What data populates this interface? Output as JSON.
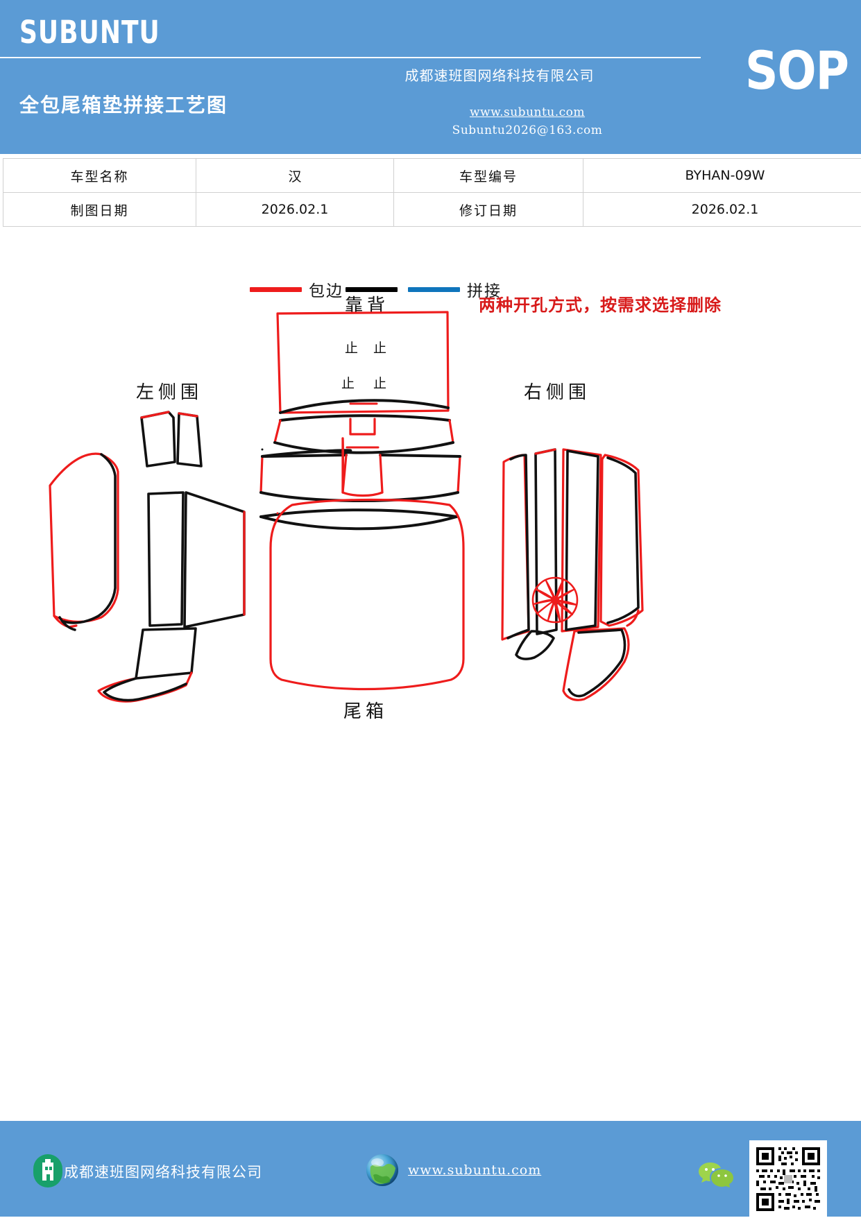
{
  "header": {
    "brand": "SUBUNTU",
    "doc_title": "全包尾箱垫拼接工艺图",
    "company": "成都速班图网络科技有限公司",
    "website": "www.subuntu.com",
    "email": "Subuntu2026@163.com",
    "sop_badge": "SOP",
    "bg_color": "#5b9bd5"
  },
  "info_table": {
    "rows": [
      {
        "label1": "车型名称",
        "value1": "汉",
        "label2": "车型编号",
        "value2": "BYHAN-09W"
      },
      {
        "label1": "制图日期",
        "value1": "2026.02.1",
        "label2": "修订日期",
        "value2": "2026.02.1"
      }
    ]
  },
  "legend": {
    "items": [
      {
        "color": "#ee1c1c",
        "label": "包边"
      },
      {
        "color": "#000000",
        "label": ""
      },
      {
        "color": "#0f75bc",
        "label": "拼接"
      }
    ],
    "binding_label": "包边",
    "seam_label": "拼接"
  },
  "notes": {
    "red_warning": "两种开孔方式，按需求选择删除",
    "warning_color": "#d81a1a"
  },
  "diagram": {
    "labels": {
      "backrest": "靠背",
      "left_side": "左侧围",
      "right_side": "右侧围",
      "trunk": "尾箱",
      "stop_mark": "止"
    },
    "colors": {
      "binding": "#ee1c1c",
      "seam": "#111111",
      "seam_alt": "#0f75bc"
    }
  },
  "footer": {
    "company": "成都速班图网络科技有限公司",
    "website": "www.subuntu.com",
    "bg_color": "#5b9bd5",
    "icons": {
      "building": "building-icon",
      "globe": "globe-icon",
      "wechat": "wechat-icon",
      "qr": "qr-code"
    }
  }
}
